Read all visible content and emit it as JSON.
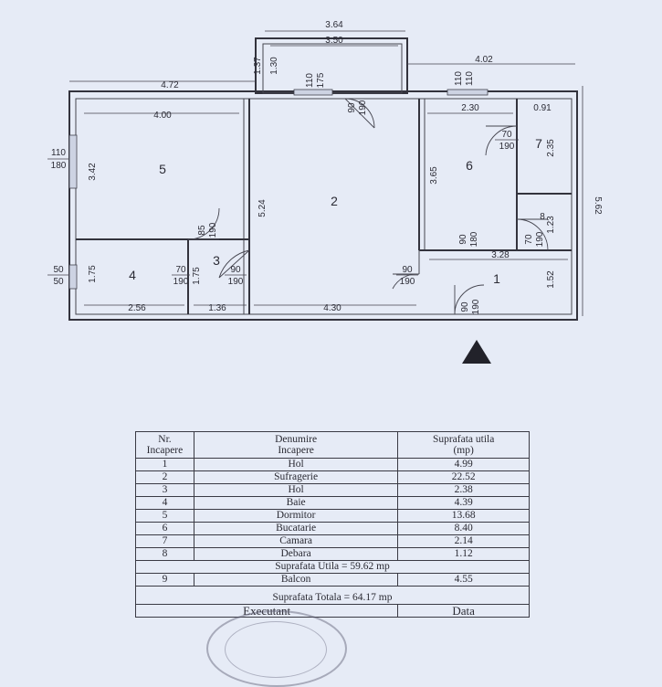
{
  "plan": {
    "dims": {
      "balcony_outer": "3.64",
      "balcony_inner": "3.50",
      "balcony_depth_outer": "1.37",
      "balcony_depth_inner": "1.30",
      "left_total": "4.72",
      "right_total": "4.02",
      "right_height": "5.62",
      "room5_width": "4.00",
      "room5_height": "3.42",
      "room2_height": "5.24",
      "room6_width": "2.30",
      "room6_height": "3.65",
      "room7_width": "0.91",
      "room7_height": "2.35",
      "room8_height": "1.23",
      "room1_width": "3.28",
      "room1_height": "1.52",
      "room4_height": "1.75",
      "room4_width": "2.56",
      "room3_width": "1.36",
      "room3_height": "1.75",
      "room2_width": "4.30"
    },
    "openings": {
      "window_left_top": "110",
      "window_left_bottom": "180",
      "window_small_top": "50",
      "window_small_bottom": "50",
      "window_balcony_top": "110",
      "window_balcony_bottom": "175",
      "window_kitchen_top": "110",
      "window_kitchen_bottom": "110",
      "door_balcony_top": "90",
      "door_balcony_bottom": "190",
      "door_5_top": "85",
      "door_5_bottom": "190",
      "door_4_top": "70",
      "door_4_bottom": "190",
      "door_3_top": "90",
      "door_3_bottom": "190",
      "door_6_top": "70",
      "door_6_bottom": "190",
      "door_6b_top": "90",
      "door_6b_bottom": "180",
      "door_8_top": "70",
      "door_8_bottom": "190",
      "door_1_top": "90",
      "door_1_bottom": "190",
      "door_entry_top": "90",
      "door_entry_bottom": "190",
      "door_7_small": "8"
    },
    "rooms": [
      "1",
      "2",
      "3",
      "4",
      "5",
      "6",
      "7"
    ]
  },
  "table": {
    "headers": {
      "nr": [
        "Nr.",
        "Incapere"
      ],
      "name": [
        "Denumire",
        "Incapere"
      ],
      "area": [
        "Suprafata utila",
        "(mp)"
      ]
    },
    "rows": [
      {
        "nr": "1",
        "name": "Hol",
        "area": "4.99"
      },
      {
        "nr": "2",
        "name": "Sufragerie",
        "area": "22.52"
      },
      {
        "nr": "3",
        "name": "Hol",
        "area": "2.38"
      },
      {
        "nr": "4",
        "name": "Baie",
        "area": "4.39"
      },
      {
        "nr": "5",
        "name": "Dormitor",
        "area": "13.68"
      },
      {
        "nr": "6",
        "name": "Bucatarie",
        "area": "8.40"
      },
      {
        "nr": "7",
        "name": "Camara",
        "area": "2.14"
      },
      {
        "nr": "8",
        "name": "Debara",
        "area": "1.12"
      }
    ],
    "subtotal": "Suprafata Utila = 59.62 mp",
    "balcony_row": {
      "nr": "9",
      "name": "Balcon",
      "area": "4.55"
    },
    "total": "Suprafata Totala = 64.17 mp",
    "executant": "Executant",
    "data_label": "Data"
  }
}
